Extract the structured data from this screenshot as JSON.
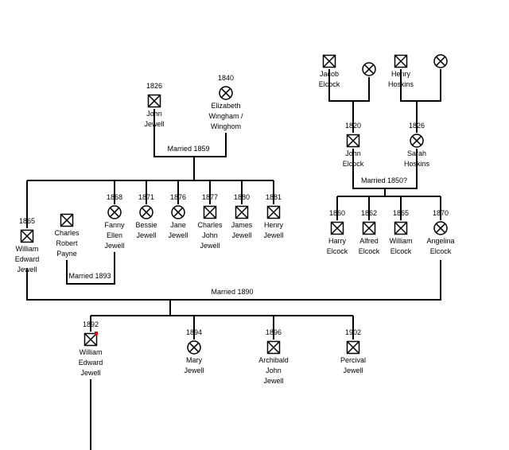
{
  "marker_color": "#ff0000",
  "people": [
    {
      "id": "john_jewell",
      "sex": "m",
      "year": "1826",
      "name": [
        "John",
        "Jewell"
      ]
    },
    {
      "id": "elizabeth_wingham",
      "sex": "f",
      "year": "1840",
      "name": [
        "Elizabeth",
        "Wingham /",
        "Winghom"
      ]
    },
    {
      "id": "jacob_elcock",
      "sex": "m",
      "year": "",
      "name": [
        "Jacob",
        "Elcock"
      ]
    },
    {
      "id": "jacob_wife",
      "sex": "f",
      "year": "",
      "name": []
    },
    {
      "id": "henry_hoskins",
      "sex": "m",
      "year": "",
      "name": [
        "Henry",
        "Hoskins"
      ]
    },
    {
      "id": "henry_wife",
      "sex": "f",
      "year": "",
      "name": []
    },
    {
      "id": "john_elcock",
      "sex": "m",
      "year": "1820",
      "name": [
        "John",
        "Elcock"
      ]
    },
    {
      "id": "sarah_hoskins",
      "sex": "f",
      "year": "1826",
      "name": [
        "Sarah",
        "Hoskins"
      ]
    },
    {
      "id": "william_edward_jewell_1865",
      "sex": "m",
      "year": "1865",
      "name": [
        "William",
        "Edward",
        "Jewell"
      ]
    },
    {
      "id": "charles_robert_payne",
      "sex": "m",
      "year": "",
      "name": [
        "Charles",
        "Robert",
        "Payne"
      ]
    },
    {
      "id": "fanny_ellen_jewell",
      "sex": "f",
      "year": "1868",
      "name": [
        "Fanny",
        "Ellen",
        "Jewell"
      ]
    },
    {
      "id": "bessie_jewell",
      "sex": "f",
      "year": "1871",
      "name": [
        "Bessie",
        "Jewell"
      ]
    },
    {
      "id": "jane_jewell",
      "sex": "f",
      "year": "1876",
      "name": [
        "Jane",
        "Jewell"
      ]
    },
    {
      "id": "charles_john_jewell",
      "sex": "m",
      "year": "1877",
      "name": [
        "Charles",
        "John",
        "Jewell"
      ]
    },
    {
      "id": "james_jewell",
      "sex": "m",
      "year": "1880",
      "name": [
        "James",
        "Jewell"
      ]
    },
    {
      "id": "henry_jewell",
      "sex": "m",
      "year": "1881",
      "name": [
        "Henry",
        "Jewell"
      ]
    },
    {
      "id": "harry_elcock",
      "sex": "m",
      "year": "1860",
      "name": [
        "Harry",
        "Elcock"
      ]
    },
    {
      "id": "alfred_elcock",
      "sex": "m",
      "year": "1862",
      "name": [
        "Alfred",
        "Elcock"
      ]
    },
    {
      "id": "william_elcock",
      "sex": "m",
      "year": "1865",
      "name": [
        "William",
        "Elcock"
      ]
    },
    {
      "id": "angelina_elcock",
      "sex": "f",
      "year": "1870",
      "name": [
        "Angelina",
        "Elcock"
      ]
    },
    {
      "id": "william_edward_jewell_1892",
      "sex": "m",
      "year": "1892",
      "name": [
        "William",
        "Edward",
        "Jewell"
      ],
      "marked": true
    },
    {
      "id": "mary_jewell",
      "sex": "f",
      "year": "1894",
      "name": [
        "Mary",
        "Jewell"
      ]
    },
    {
      "id": "archibald_john_jewell",
      "sex": "m",
      "year": "1896",
      "name": [
        "Archibald",
        "John",
        "Jewell"
      ]
    },
    {
      "id": "percival_jewell",
      "sex": "m",
      "year": "1902",
      "name": [
        "Percival",
        "Jewell"
      ]
    }
  ],
  "marriages": [
    {
      "id": "m_jewell",
      "label": "Married 1859"
    },
    {
      "id": "m_elcock",
      "label": "Married 1850?"
    },
    {
      "id": "m_payne",
      "label": "Married 1893"
    },
    {
      "id": "m_main",
      "label": "Married 1890"
    }
  ]
}
